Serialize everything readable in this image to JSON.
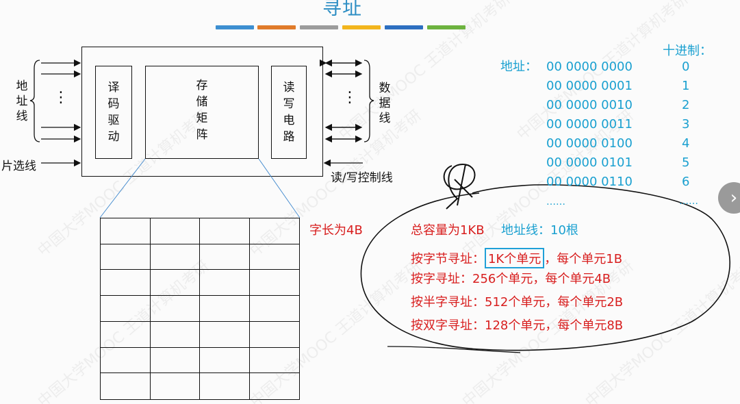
{
  "slide": {
    "title": "寻址",
    "accent_bars": [
      "#3d8fd1",
      "#e07b2a",
      "#9c9c9c",
      "#f2b51d",
      "#2d6fc0",
      "#6db33f"
    ]
  },
  "diagram": {
    "left_label": [
      "地",
      "址",
      "线"
    ],
    "left_dots": "⋮",
    "decoder": [
      "译",
      "码",
      "驱",
      "动"
    ],
    "matrix": [
      "存",
      "储",
      "矩",
      "阵"
    ],
    "rw_circuit": [
      "读",
      "写",
      "电",
      "路"
    ],
    "right_dots": "⋮",
    "right_label": [
      "数",
      "据",
      "线"
    ],
    "chip_select": "片选线",
    "rw_control": "读/写控制线"
  },
  "decimal_header": "十进制：",
  "address_prefix": "地址：",
  "addresses": [
    {
      "bin": "00 0000 0000",
      "dec": "0"
    },
    {
      "bin": "00 0000 0001",
      "dec": "1"
    },
    {
      "bin": "00 0000 0010",
      "dec": "2"
    },
    {
      "bin": "00 0000 0011",
      "dec": "3"
    },
    {
      "bin": "00 0000 0100",
      "dec": "4"
    },
    {
      "bin": "00 0000 0101",
      "dec": "5"
    },
    {
      "bin": "00 0000 0110",
      "dec": "6"
    },
    {
      "bin": "……",
      "dec": "……"
    }
  ],
  "word_length": "字长为4B",
  "total_capacity": "总容量为1KB",
  "address_lines": "地址线：10根",
  "addressing": {
    "byte_prefix": "按字节寻址：",
    "byte_highlight": "1K个单元",
    "byte_suffix": "，每个单元1B",
    "word": "按字寻址：256个单元，每个单元4B",
    "half_word": "按半字寻址：512个单元，每个单元2B",
    "double_word": "按双字寻址：128个单元，每个单元8B"
  },
  "watermark": "中国大学MOOC 王道计算机考研",
  "next_icon": "chevron-right-icon",
  "colors": {
    "title": "#2f8fc4",
    "cyan_text": "#1aa0d0",
    "red_text": "#d81e1e",
    "highlight_box": "#1fa0d8"
  }
}
